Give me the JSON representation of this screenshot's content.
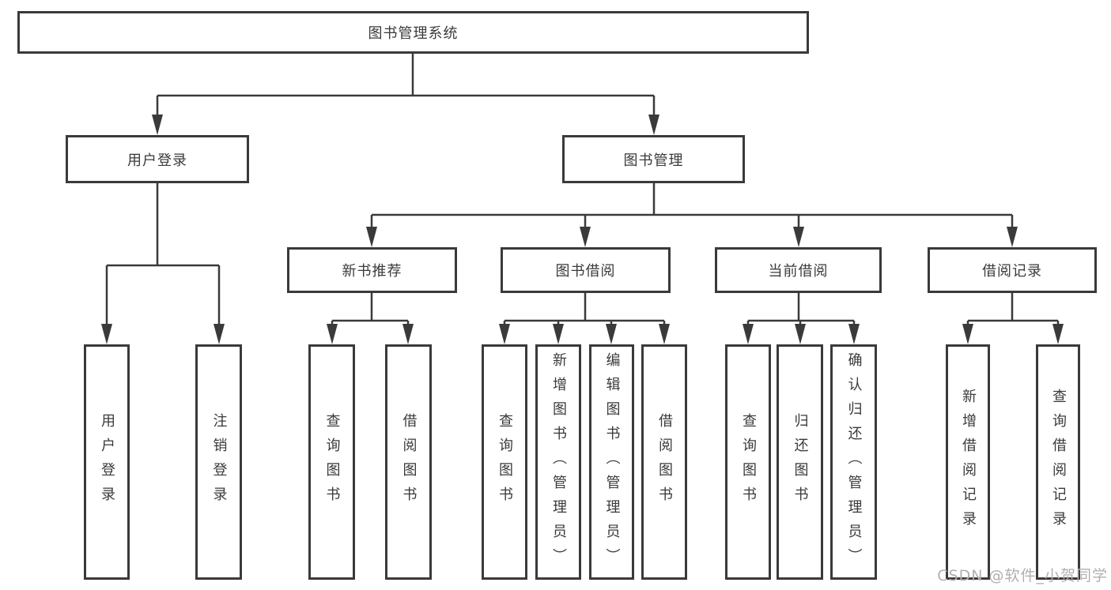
{
  "tree": {
    "root": {
      "label": "图书管理系统"
    },
    "children": [
      {
        "label": "用户登录",
        "children": [
          {
            "label": "用户登录"
          },
          {
            "label": "注销登录"
          }
        ]
      },
      {
        "label": "图书管理",
        "children": [
          {
            "label": "新书推荐",
            "children": [
              {
                "label": "查询图书"
              },
              {
                "label": "借阅图书"
              }
            ]
          },
          {
            "label": "图书借阅",
            "children": [
              {
                "label": "查询图书"
              },
              {
                "label": "新增图书（管理员）"
              },
              {
                "label": "编辑图书（管理员）"
              },
              {
                "label": "借阅图书"
              }
            ]
          },
          {
            "label": "当前借阅",
            "children": [
              {
                "label": "查询图书"
              },
              {
                "label": "归还图书"
              },
              {
                "label": "确认归还（管理员）"
              }
            ]
          },
          {
            "label": "借阅记录",
            "children": [
              {
                "label": "新增借阅记录"
              },
              {
                "label": "查询借阅记录"
              }
            ]
          }
        ]
      }
    ]
  },
  "watermark": {
    "text": "CSDN @软件_小贺同学"
  },
  "colors": {
    "line": "#3a3a3a",
    "text": "#3a3a3a",
    "box_background": "#ffffff",
    "watermark": "#b0b0b0"
  }
}
